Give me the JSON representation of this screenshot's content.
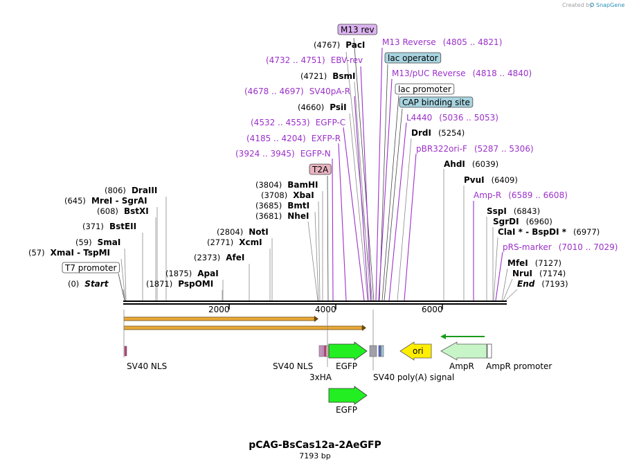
{
  "credit": {
    "created_by": "Created by",
    "brand": "SnapGene"
  },
  "title": "pCAG-BsCas12a-2AeGFP",
  "subtitle": "7193 bp",
  "ruler_ticks": [
    "2000",
    "4000",
    "6000"
  ],
  "labels": [
    {
      "id": "m13rev",
      "pos": "",
      "name": "M13 rev",
      "kind": "box",
      "box_fill": "#dcb4f0"
    },
    {
      "id": "paci",
      "pos": "(4767)",
      "name": "PacI",
      "kind": "enzyme"
    },
    {
      "id": "m13reverse",
      "pos": "(4805 .. 4821)",
      "name": "M13 Reverse",
      "kind": "feature"
    },
    {
      "id": "ebvrev",
      "pos": "(4732 .. 4751)",
      "name": "EBV-rev",
      "kind": "feature"
    },
    {
      "id": "lacop",
      "pos": "",
      "name": "lac operator",
      "kind": "box",
      "box_fill": "#a8d4e0"
    },
    {
      "id": "bsmi",
      "pos": "(4721)",
      "name": "BsmI",
      "kind": "enzyme"
    },
    {
      "id": "m13puc",
      "pos": "(4818 .. 4840)",
      "name": "M13/pUC Reverse",
      "kind": "feature"
    },
    {
      "id": "sv40par",
      "pos": "(4678 .. 4697)",
      "name": "SV40pA-R",
      "kind": "feature"
    },
    {
      "id": "lacprom",
      "pos": "",
      "name": "lac promoter",
      "kind": "box",
      "box_fill": "#ffffff"
    },
    {
      "id": "cap",
      "pos": "",
      "name": "CAP binding site",
      "kind": "box",
      "box_fill": "#a8d4e0"
    },
    {
      "id": "psii",
      "pos": "(4660)",
      "name": "PsiI",
      "kind": "enzyme"
    },
    {
      "id": "l4440",
      "pos": "(5036 .. 5053)",
      "name": "L4440",
      "kind": "feature"
    },
    {
      "id": "egfpc",
      "pos": "(4532 .. 4553)",
      "name": "EGFP-C",
      "kind": "feature"
    },
    {
      "id": "drdi",
      "pos": "(5254)",
      "name": "DrdI",
      "kind": "enzyme"
    },
    {
      "id": "exfpr",
      "pos": "(4185 .. 4204)",
      "name": "EXFP-R",
      "kind": "feature"
    },
    {
      "id": "pbr322",
      "pos": "(5287 .. 5306)",
      "name": "pBR322ori-F",
      "kind": "feature"
    },
    {
      "id": "egfpn",
      "pos": "(3924 .. 3945)",
      "name": "EGFP-N",
      "kind": "feature"
    },
    {
      "id": "ahdi",
      "pos": "(6039)",
      "name": "AhdI",
      "kind": "enzyme"
    },
    {
      "id": "t2a",
      "pos": "",
      "name": "T2A",
      "kind": "box",
      "box_fill": "#e8b4c0"
    },
    {
      "id": "pvui",
      "pos": "(6409)",
      "name": "PvuI",
      "kind": "enzyme"
    },
    {
      "id": "bamhi",
      "pos": "(3804)",
      "name": "BamHI",
      "kind": "enzyme"
    },
    {
      "id": "dra3",
      "pos": "(806)",
      "name": "DraIII",
      "kind": "enzyme"
    },
    {
      "id": "ampr_f",
      "pos": "(6589 .. 6608)",
      "name": "Amp-R",
      "kind": "feature"
    },
    {
      "id": "xbai",
      "pos": "(3708)",
      "name": "XbaI",
      "kind": "enzyme"
    },
    {
      "id": "mrei",
      "pos": "(645)",
      "name": "MreI  -  SgrAI",
      "kind": "enzyme"
    },
    {
      "id": "sspi",
      "pos": "(6843)",
      "name": "SspI",
      "kind": "enzyme"
    },
    {
      "id": "bmti",
      "pos": "(3685)",
      "name": "BmtI",
      "kind": "enzyme"
    },
    {
      "id": "bstxi",
      "pos": "(608)",
      "name": "BstXI",
      "kind": "enzyme"
    },
    {
      "id": "nhei",
      "pos": "(3681)",
      "name": "NheI",
      "kind": "enzyme"
    },
    {
      "id": "sgrdi",
      "pos": "(6960)",
      "name": "SgrDI",
      "kind": "enzyme"
    },
    {
      "id": "bsteii",
      "pos": "(371)",
      "name": "BstEII",
      "kind": "enzyme"
    },
    {
      "id": "noti",
      "pos": "(2804)",
      "name": "NotI",
      "kind": "enzyme"
    },
    {
      "id": "clai",
      "pos": "(6977)",
      "name": "ClaI *  -  BspDI *",
      "kind": "enzyme"
    },
    {
      "id": "xcmi",
      "pos": "(2771)",
      "name": "XcmI",
      "kind": "enzyme"
    },
    {
      "id": "smai",
      "pos": "(59)",
      "name": "SmaI",
      "kind": "enzyme"
    },
    {
      "id": "prs",
      "pos": "(7010 .. 7029)",
      "name": "pRS-marker",
      "kind": "feature"
    },
    {
      "id": "xmai",
      "pos": "(57)",
      "name": "XmaI  -  TspMI",
      "kind": "enzyme"
    },
    {
      "id": "afei",
      "pos": "(2373)",
      "name": "AfeI",
      "kind": "enzyme"
    },
    {
      "id": "mfei",
      "pos": "(7127)",
      "name": "MfeI",
      "kind": "enzyme"
    },
    {
      "id": "t7",
      "pos": "",
      "name": "T7 promoter",
      "kind": "box",
      "box_fill": "#ffffff"
    },
    {
      "id": "apai",
      "pos": "(1875)",
      "name": "ApaI",
      "kind": "enzyme"
    },
    {
      "id": "nrui",
      "pos": "(7174)",
      "name": "NruI",
      "kind": "enzyme"
    },
    {
      "id": "start",
      "pos": "(0)",
      "name": "Start",
      "kind": "italic"
    },
    {
      "id": "pspomi",
      "pos": "(1871)",
      "name": "PspOMI",
      "kind": "enzyme"
    },
    {
      "id": "end",
      "pos": "(7193)",
      "name": "End",
      "kind": "italic"
    }
  ],
  "genes": [
    {
      "id": "sv40nls1",
      "name": "SV40 NLS"
    },
    {
      "id": "sv40nls2",
      "name": "SV40 NLS"
    },
    {
      "id": "ha",
      "name": "3xHA"
    },
    {
      "id": "egfp1",
      "name": "EGFP"
    },
    {
      "id": "sv40polya",
      "name": "SV40 poly(A) signal"
    },
    {
      "id": "ori",
      "name": "ori"
    },
    {
      "id": "ampr",
      "name": "AmpR"
    },
    {
      "id": "amprprom",
      "name": "AmpR promoter"
    },
    {
      "id": "egfp2",
      "name": "EGFP"
    }
  ],
  "colors": {
    "feature_text": "#9b30c9",
    "egfp": "#22ee22",
    "ori": "#ffee00",
    "ampr": "#c8f5c8",
    "ampr_arrow": "#1a9a1a",
    "cds_bar": "#e8a93a"
  }
}
